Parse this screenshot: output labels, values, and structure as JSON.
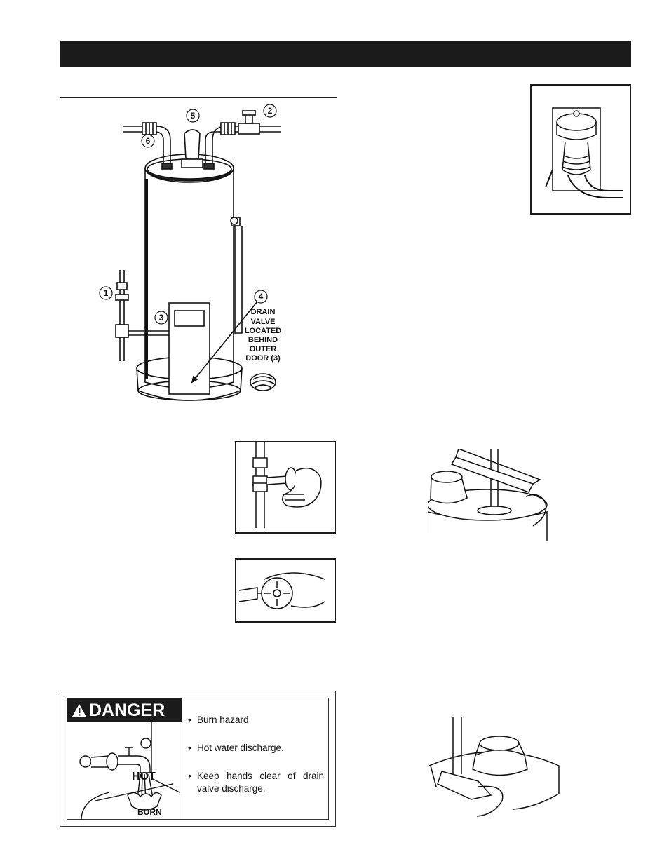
{
  "callouts": {
    "n1": "1",
    "n2": "2",
    "n3": "3",
    "n4": "4",
    "n5": "5",
    "n6": "6",
    "drain_note": [
      "DRAIN",
      "VALVE",
      "LOCATED",
      "BEHIND",
      "OUTER",
      "DOOR (3)"
    ]
  },
  "danger": {
    "heading": "DANGER",
    "items": [
      "Burn hazard",
      "Hot water discharge.",
      "Keep hands clear of drain valve discharge."
    ],
    "illustration_text": {
      "hot": "HOT",
      "burn": "BURN"
    }
  }
}
